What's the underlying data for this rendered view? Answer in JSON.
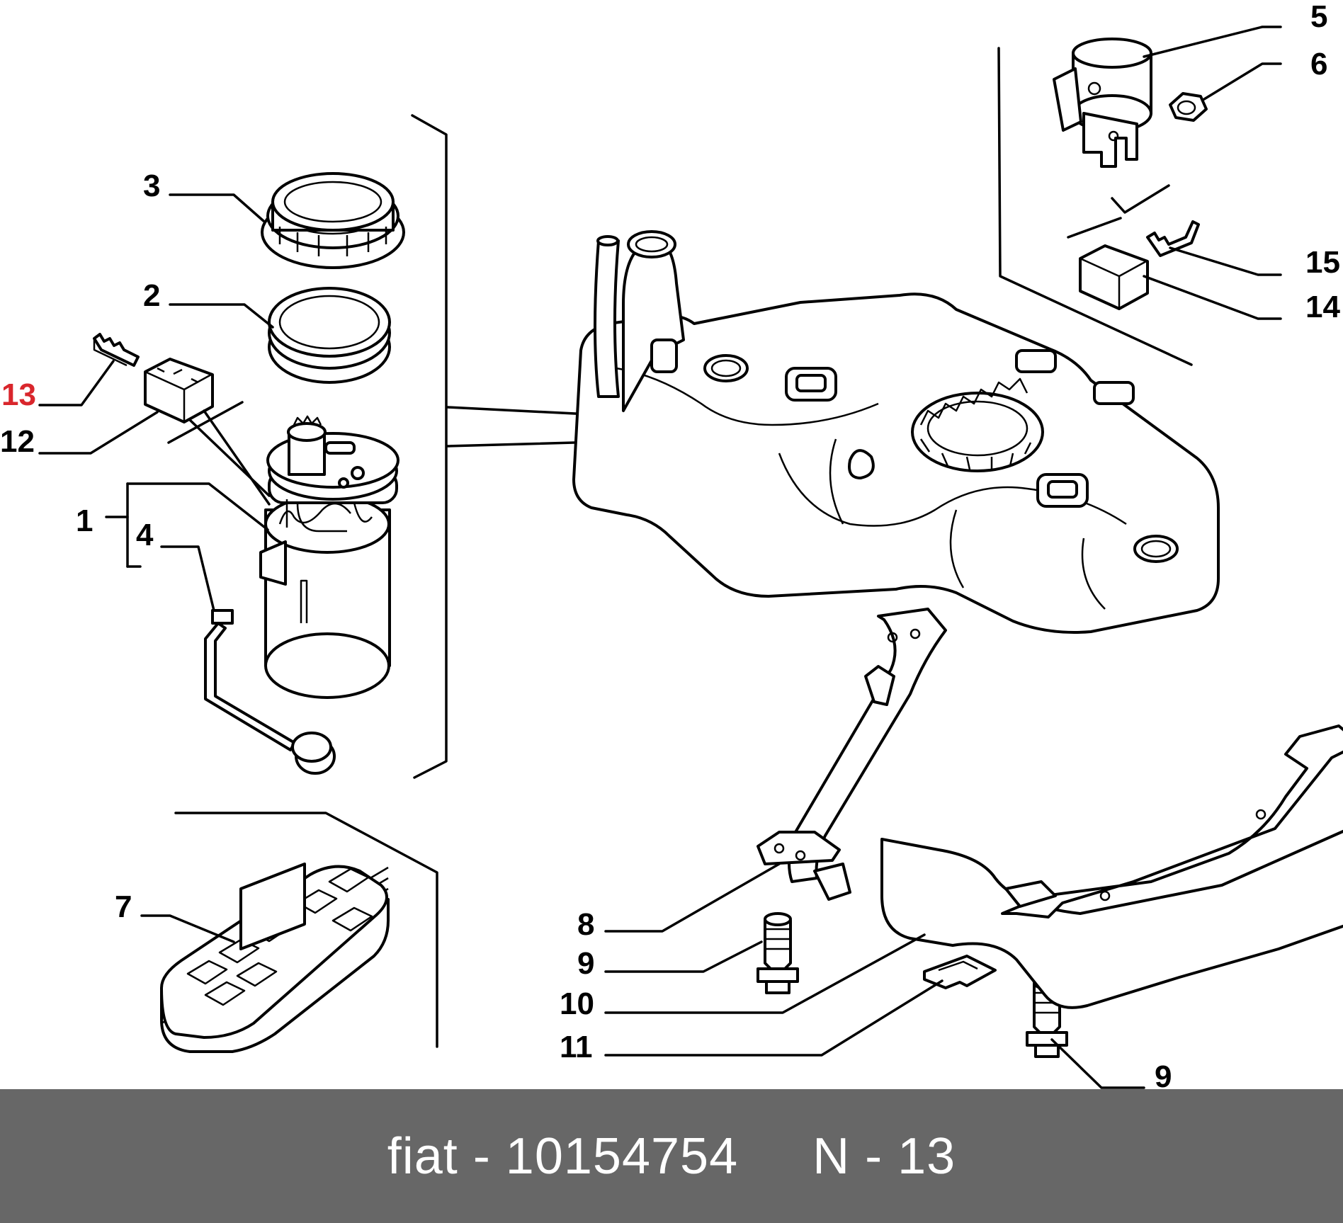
{
  "callouts": [
    {
      "id": "c1",
      "text": "1"
    },
    {
      "id": "c2",
      "text": "2"
    },
    {
      "id": "c3",
      "text": "3"
    },
    {
      "id": "c4",
      "text": "4"
    },
    {
      "id": "c5",
      "text": "5"
    },
    {
      "id": "c6",
      "text": "6"
    },
    {
      "id": "c7",
      "text": "7"
    },
    {
      "id": "c8",
      "text": "8"
    },
    {
      "id": "c9a",
      "text": "9"
    },
    {
      "id": "c9b",
      "text": "9"
    },
    {
      "id": "c10",
      "text": "10"
    },
    {
      "id": "c11",
      "text": "11"
    },
    {
      "id": "c12",
      "text": "12"
    },
    {
      "id": "c13",
      "text": "13",
      "highlight": true
    },
    {
      "id": "c14",
      "text": "14"
    },
    {
      "id": "c15",
      "text": "15"
    }
  ],
  "highlight_color": "#d9262c",
  "footer": {
    "caption": "fiat - 10154754     N - 13",
    "background": "#676767",
    "text_color": "#ffffff"
  }
}
